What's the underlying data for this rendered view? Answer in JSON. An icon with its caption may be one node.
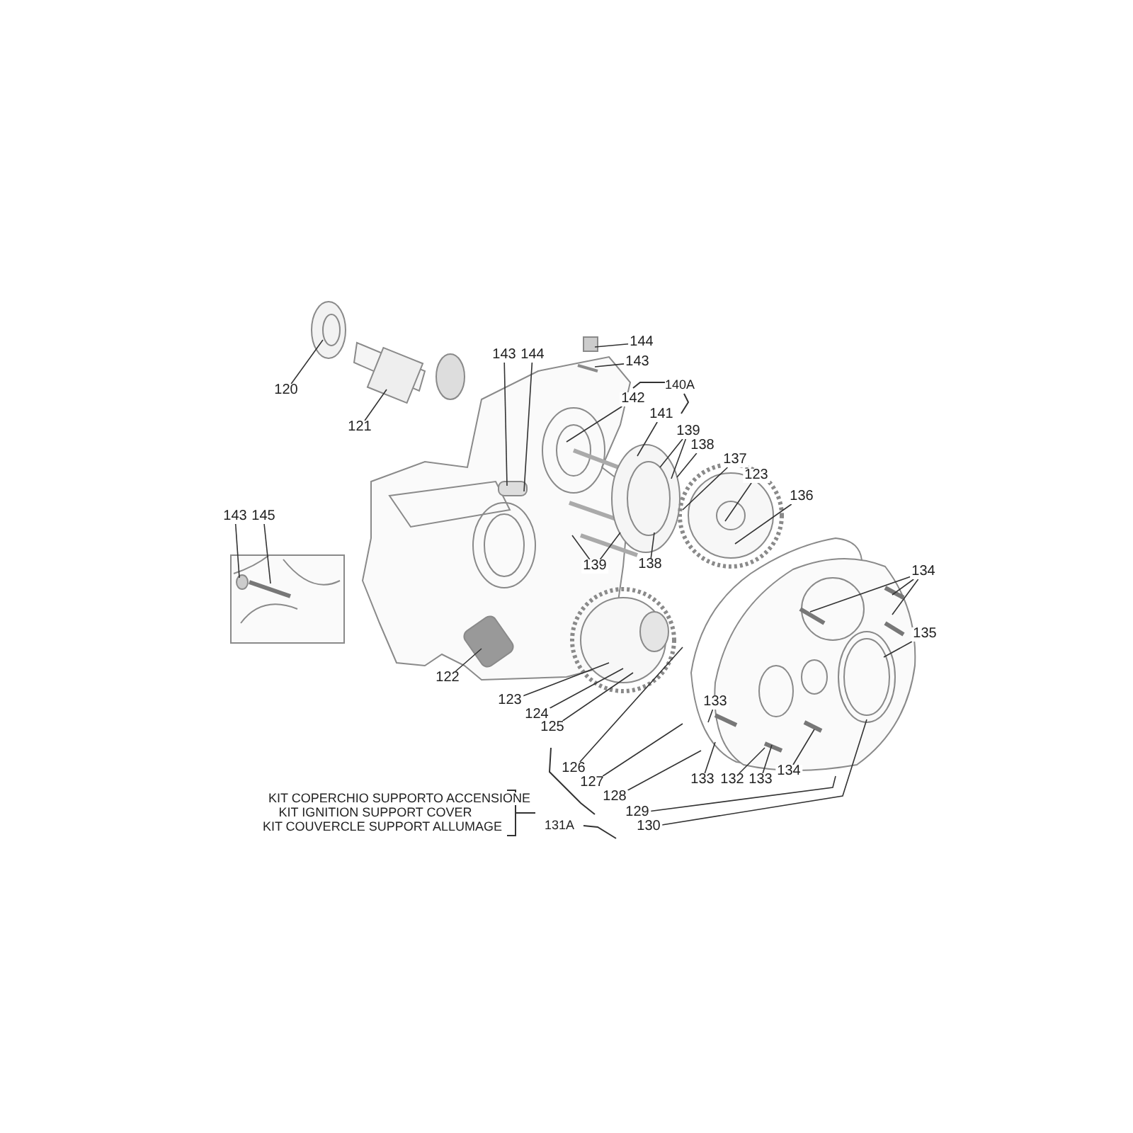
{
  "diagram": {
    "nodes": [
      {
        "text": [
          "120"
        ]
      },
      {
        "text": [
          "121"
        ]
      },
      {
        "text": [
          "143"
        ]
      },
      {
        "text": [
          "144"
        ]
      },
      {
        "text": [
          "144"
        ]
      },
      {
        "text": [
          "143"
        ]
      },
      {
        "text": [
          "142"
        ]
      },
      {
        "text": [
          "141"
        ]
      },
      {
        "text": [
          "139"
        ]
      },
      {
        "text": [
          "138"
        ]
      },
      {
        "text": [
          "137"
        ]
      },
      {
        "text": [
          "123"
        ]
      },
      {
        "text": [
          "136"
        ]
      },
      {
        "text": [
          "143"
        ]
      },
      {
        "text": [
          "145"
        ]
      },
      {
        "text": [
          "139"
        ]
      },
      {
        "text": [
          "138"
        ]
      },
      {
        "text": [
          "134"
        ]
      },
      {
        "text": [
          "135"
        ]
      },
      {
        "text": [
          "122"
        ]
      },
      {
        "text": [
          "133"
        ]
      },
      {
        "text": [
          "123"
        ]
      },
      {
        "text": [
          "124"
        ]
      },
      {
        "text": [
          "125"
        ]
      },
      {
        "text": [
          "126"
        ]
      },
      {
        "text": [
          "127"
        ]
      },
      {
        "text": [
          "128"
        ]
      },
      {
        "text": [
          "133"
        ]
      },
      {
        "text": [
          "132"
        ]
      },
      {
        "text": [
          "133"
        ]
      },
      {
        "text": [
          "134"
        ]
      },
      {
        "text": [
          "129"
        ]
      },
      {
        "text": [
          "130"
        ]
      }
    ],
    "edges": [
      {
        "from": 0,
        "to": null,
        "arrow": "none"
      },
      {
        "from": 1,
        "to": null,
        "arrow": "none"
      },
      {
        "from": 2,
        "to": null,
        "arrow": "none"
      },
      {
        "from": 3,
        "to": null,
        "arrow": "none"
      },
      {
        "from": 4,
        "to": null,
        "arrow": "none"
      },
      {
        "from": 5,
        "to": null,
        "arrow": "none"
      },
      {
        "from": 6,
        "to": null,
        "arrow": "none"
      },
      {
        "from": 7,
        "to": null,
        "arrow": "none"
      },
      {
        "from": 8,
        "to": null,
        "arrow": "none"
      },
      {
        "from": 8,
        "to": null,
        "arrow": "none"
      },
      {
        "from": 9,
        "to": null,
        "arrow": "none"
      },
      {
        "from": 10,
        "to": null,
        "arrow": "none"
      },
      {
        "from": 11,
        "to": null,
        "arrow": "none"
      },
      {
        "from": 12,
        "to": null,
        "arrow": "none"
      },
      {
        "from": 13,
        "to": null,
        "arrow": "none"
      },
      {
        "from": 14,
        "to": null,
        "arrow": "none"
      },
      {
        "from": 15,
        "to": null,
        "arrow": "none"
      },
      {
        "from": 15,
        "to": null,
        "arrow": "none"
      },
      {
        "from": 16,
        "to": null,
        "arrow": "none"
      },
      {
        "from": 17,
        "to": null,
        "arrow": "none"
      },
      {
        "from": 17,
        "to": null,
        "arrow": "none"
      },
      {
        "from": 17,
        "to": null,
        "arrow": "none"
      },
      {
        "from": 18,
        "to": null,
        "arrow": "none"
      },
      {
        "from": 19,
        "to": null,
        "arrow": "none"
      },
      {
        "from": 20,
        "to": null,
        "arrow": "none"
      },
      {
        "from": 21,
        "to": null,
        "arrow": "none"
      },
      {
        "from": 22,
        "to": null,
        "arrow": "none"
      },
      {
        "from": 23,
        "to": null,
        "arrow": "none"
      },
      {
        "from": 24,
        "to": null,
        "arrow": "none"
      },
      {
        "from": 25,
        "to": null,
        "arrow": "none"
      },
      {
        "from": 26,
        "to": null,
        "arrow": "none"
      },
      {
        "from": 27,
        "to": null,
        "arrow": "none"
      },
      {
        "from": 28,
        "to": null,
        "arrow": "none"
      },
      {
        "from": 29,
        "to": null,
        "arrow": "none"
      },
      {
        "from": 30,
        "to": null,
        "arrow": "none"
      },
      {
        "from": 31,
        "to": null,
        "arrow": "none"
      },
      {
        "from": 32,
        "to": null,
        "arrow": "none"
      }
    ],
    "labels": [
      "140A",
      "KIT COPERCHIO SUPPORTO ACCENSIONE",
      "KIT IGNITION SUPPORT COVER",
      "KIT COUVERCLE SUPPORT ALLUMAGE",
      "131A"
    ]
  }
}
